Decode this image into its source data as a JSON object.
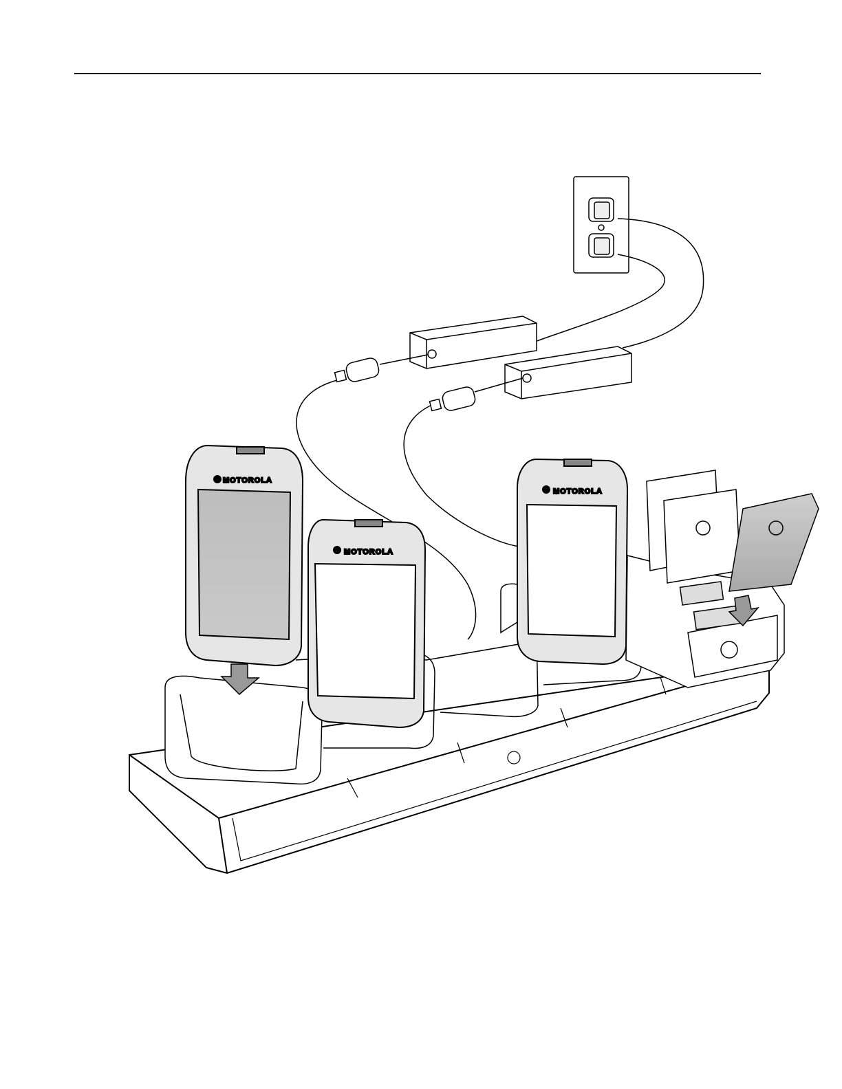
{
  "figure": {
    "devices": [
      {
        "brand": "MOTOROLA"
      },
      {
        "brand": "MOTOROLA"
      },
      {
        "brand": "MOTOROLA"
      }
    ]
  }
}
